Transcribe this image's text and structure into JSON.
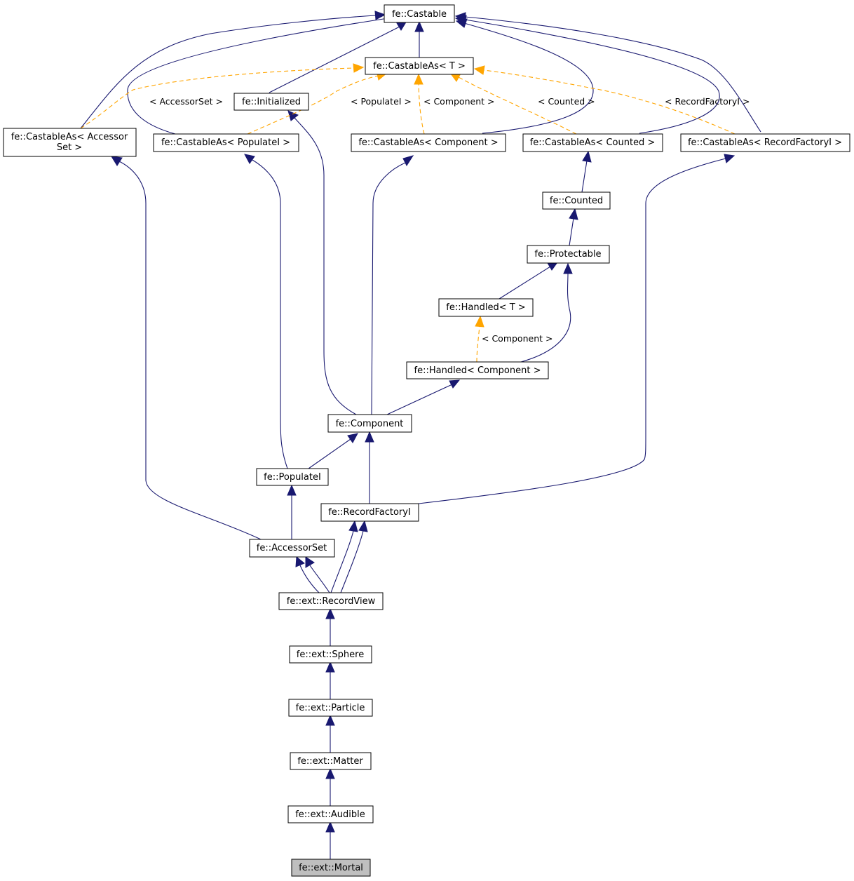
{
  "nodes": {
    "castable": "fe::Castable",
    "castable_as_t": "fe::CastableAs< T >",
    "castable_as_accessor_l1": "fe::CastableAs< Accessor",
    "castable_as_accessor_l2": "Set >",
    "initialized": "fe::Initialized",
    "castable_as_populate": "fe::CastableAs< PopulateI >",
    "castable_as_component": "fe::CastableAs< Component >",
    "castable_as_counted": "fe::CastableAs< Counted >",
    "castable_as_recordfactory": "fe::CastableAs< RecordFactoryI >",
    "counted": "fe::Counted",
    "protectable": "fe::Protectable",
    "handled_t": "fe::Handled< T >",
    "handled_component": "fe::Handled< Component >",
    "component": "fe::Component",
    "populate": "fe::PopulateI",
    "recordfactory": "fe::RecordFactoryI",
    "accessorset": "fe::AccessorSet",
    "recordview": "fe::ext::RecordView",
    "sphere": "fe::ext::Sphere",
    "particle": "fe::ext::Particle",
    "matter": "fe::ext::Matter",
    "audible": "fe::ext::Audible",
    "mortal": "fe::ext::Mortal"
  },
  "edge_labels": {
    "accessorset": "< AccessorSet >",
    "populate": "< PopulateI >",
    "component": "< Component >",
    "counted": "< Counted >",
    "recordfactory": "< RecordFactoryI >",
    "handled_component": "< Component >"
  },
  "colors": {
    "inheritance": "#191970",
    "template_instance": "#ffa500",
    "current_node_fill": "#bfbfbf"
  }
}
